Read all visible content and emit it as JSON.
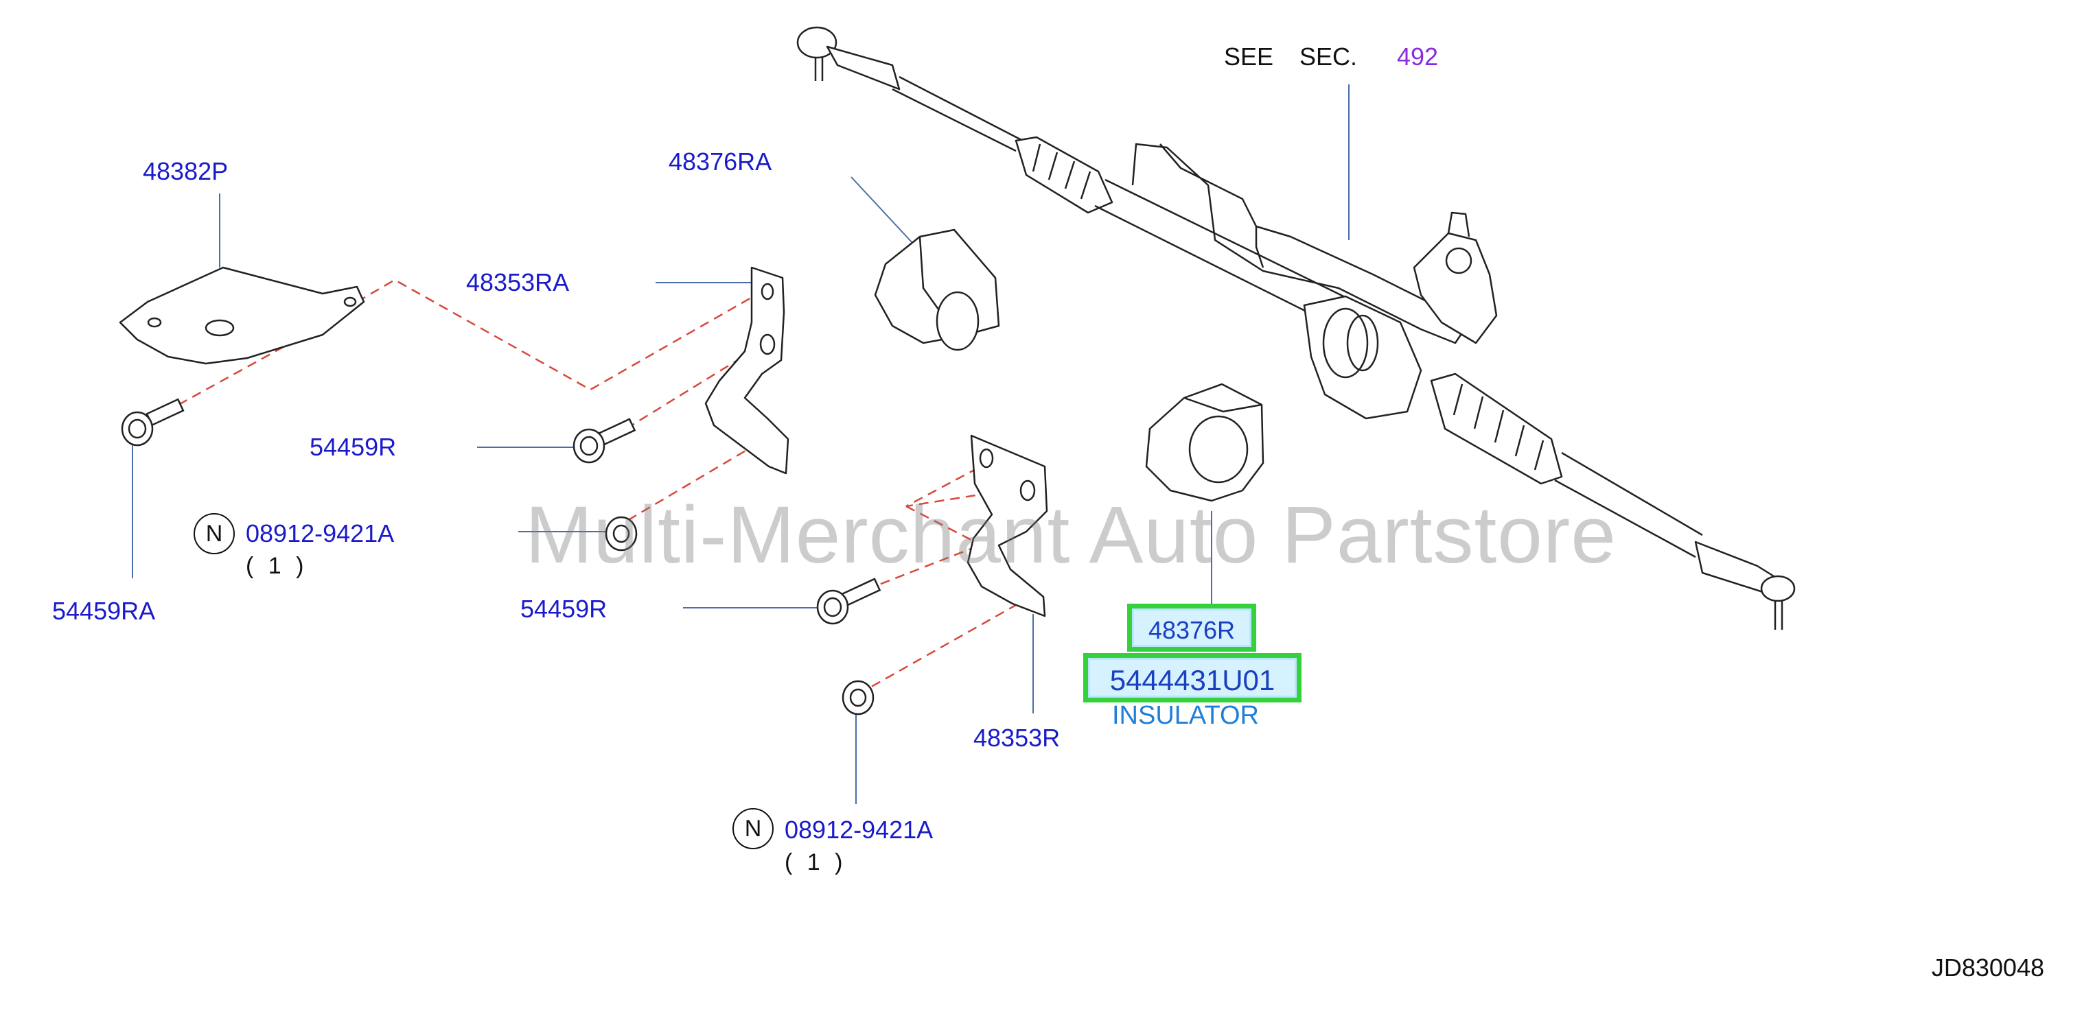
{
  "see_section": {
    "prefix": "SEE",
    "sec": "SEC.",
    "number": "492"
  },
  "labels": {
    "p48382P": "48382P",
    "p48376RA": "48376RA",
    "p48353RA": "48353RA",
    "p54459R_upper": "54459R",
    "p08912_upper": "08912-9421A",
    "qty_upper": "( 1 )",
    "p54459RA": "54459RA",
    "p54459R_lower": "54459R",
    "p48353R": "48353R",
    "p08912_lower": "08912-9421A",
    "qty_lower": "( 1 )",
    "n_mark": "N"
  },
  "highlighted": {
    "part_48376R": "48376R",
    "part_number": "5444431U01",
    "description": "INSULATOR"
  },
  "watermark": "Multi-Merchant Auto Partstore",
  "diagram_code": "JD830048",
  "colors": {
    "label_blue": "#1a1acc",
    "section_purple": "#8a2be2",
    "highlight_green": "#35d13a",
    "highlight_fill": "#d6f2ff",
    "insulator_blue": "#1e7fd6",
    "dashed_red": "#d9483b"
  }
}
